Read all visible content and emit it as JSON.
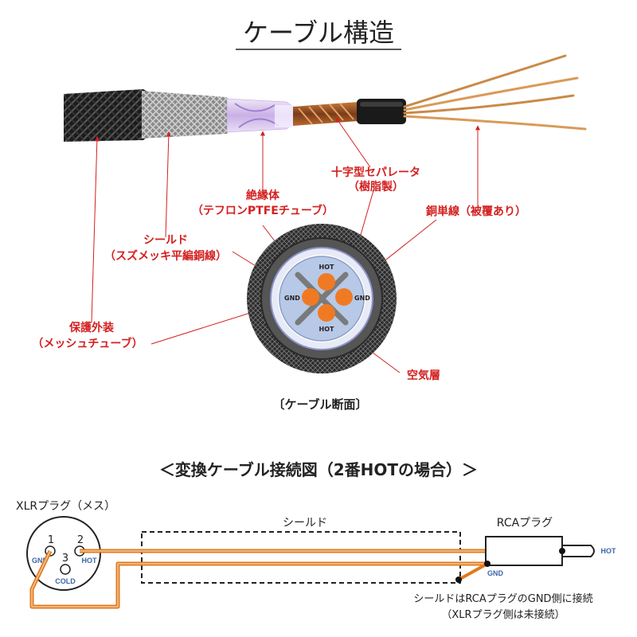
{
  "title": "ケーブル構造",
  "labels": {
    "separator": [
      "十字型セパレータ",
      "（樹脂製）"
    ],
    "insulator": [
      "絶縁体",
      "（テフロンPTFEチューブ）"
    ],
    "conductor": [
      "銅単線（被覆あり）"
    ],
    "shield": [
      "シールド",
      "（スズメッキ平編銅線）"
    ],
    "jacket": [
      "保護外装",
      "（メッシュチューブ）"
    ],
    "air": [
      "空気層"
    ]
  },
  "cross_section": {
    "caption": "〔ケーブル断面〕",
    "hot_top": "HOT",
    "hot_bottom": "HOT",
    "gnd_left": "GND",
    "gnd_right": "GND"
  },
  "wiring": {
    "heading": "＜変換ケーブル接続図（2番HOTの場合）＞",
    "xlr_label": "XLRプラグ（メス）",
    "pin1": "1",
    "pin2": "2",
    "pin3": "3",
    "pin_gnd": "GND",
    "pin_hot": "HOT",
    "pin_cold": "COLD",
    "shield_label": "シールド",
    "rca_label": "RCAプラグ",
    "rca_hot": "HOT",
    "rca_gnd": "GND",
    "note_line1": "シールドはRCAプラグのGND側に接続",
    "note_line2": "（XLRプラグ側は未接続）"
  },
  "colors": {
    "label_red": "#d42020",
    "wire_orange": "#e07a1e",
    "pin_blue": "#3a66a8"
  }
}
